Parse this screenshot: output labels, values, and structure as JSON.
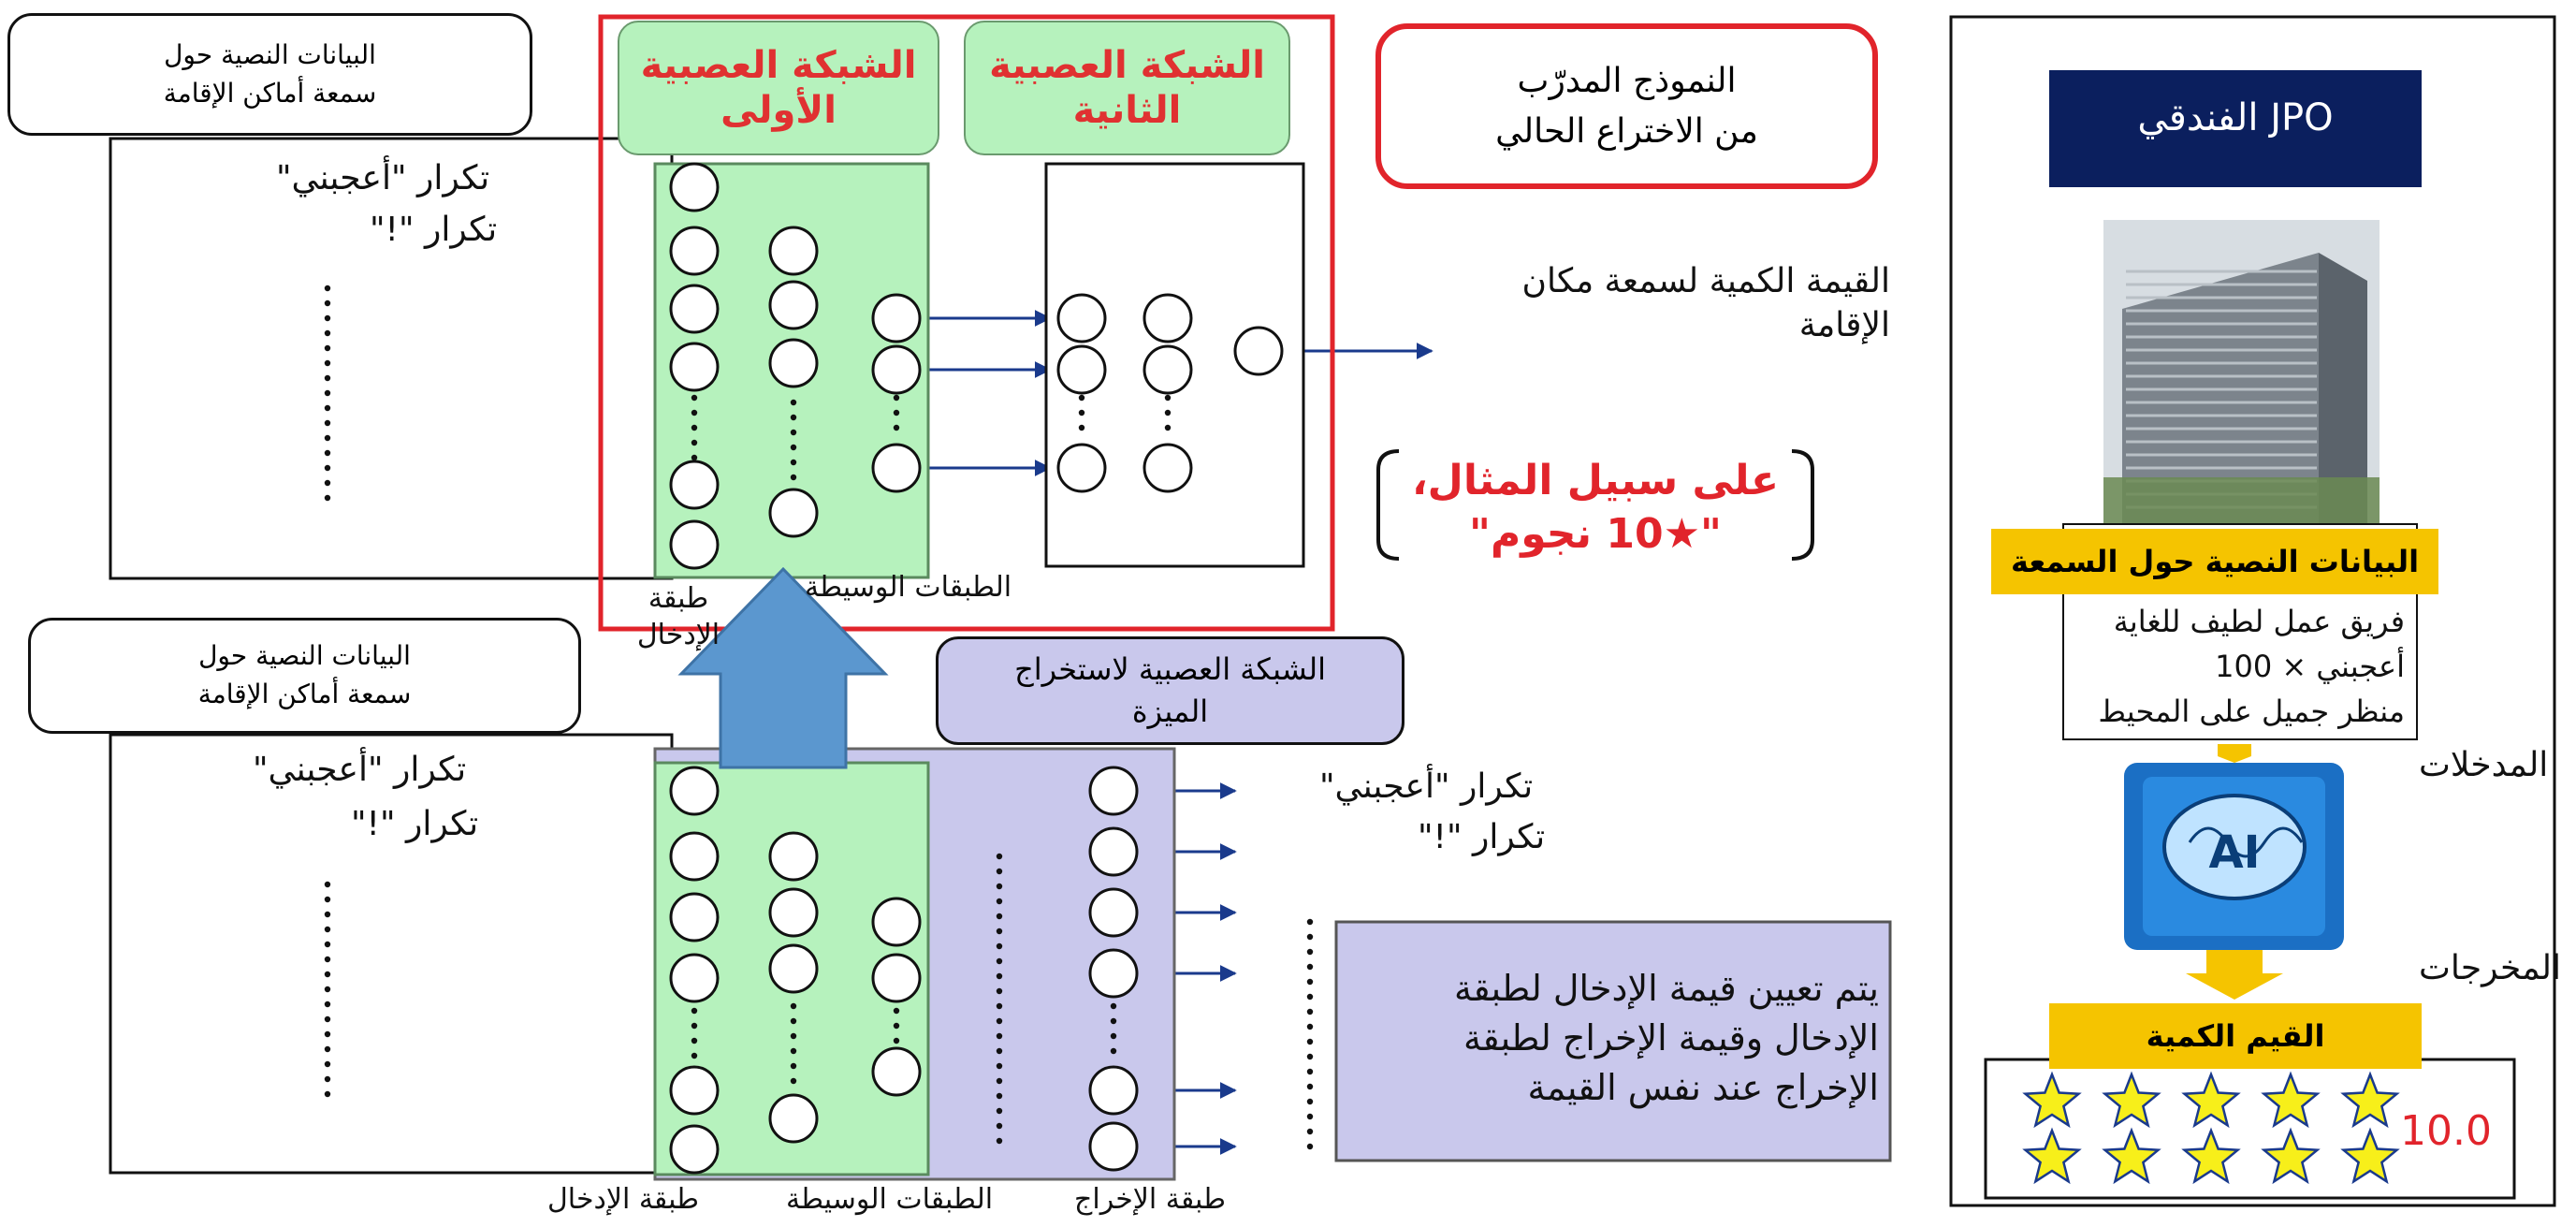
{
  "top_section": {
    "input_bubble": {
      "line1": "البيانات النصية حول",
      "line2": "سمعة أماكن الإقامة"
    },
    "inputs": {
      "item1": "تكرار \"أعجبني\"",
      "item2": "تكرار \"!\""
    },
    "first_network_label": {
      "line1": "الشبكة العصبية",
      "line2": "الأولى"
    },
    "second_network_label": {
      "line1": "الشبكة العصبية",
      "line2": "الثانية"
    },
    "trained_model_bubble": {
      "line1": "النموذج المدرّب",
      "line2": "من الاختراع الحالي"
    },
    "output_text": {
      "line1": "القيمة الكمية لسمعة مكان",
      "line2": "الإقامة"
    },
    "example": {
      "line1": "على سبيل المثال،",
      "line2": "\"★10 نجوم\""
    },
    "input_layer_label": {
      "line1": "طبقة",
      "line2": "الإدخال"
    },
    "hidden_layers_label": "الطبقات الوسيطة"
  },
  "bottom_section": {
    "input_bubble": {
      "line1": "البيانات النصية حول",
      "line2": "سمعة أماكن الإقامة"
    },
    "inputs": {
      "item1": "تكرار \"أعجبني\"",
      "item2": "تكرار \"!\""
    },
    "feature_network_bubble": {
      "line1": "الشبكة العصبية لاستخراج",
      "line2": "الميزة"
    },
    "outputs": {
      "item1": "تكرار \"أعجبني\"",
      "item2": "تكرار \"!\""
    },
    "note": {
      "line1": "يتم تعيين قيمة الإدخال لطبقة",
      "line2": "الإدخال وقيمة الإخراج لطبقة",
      "line3": "الإخراج عند نفس القيمة"
    },
    "input_layer_label": "طبقة الإدخال",
    "hidden_layers_label": "الطبقات الوسيطة",
    "output_layer_label": "طبقة الإخراج"
  },
  "right_panel": {
    "header": "JPO الفندقي",
    "reputation_bar": "البيانات النصية حول السمعة",
    "reviews": {
      "line1": "فريق عمل لطيف للغاية",
      "line2": "أعجبني × 100",
      "line3": "منظر جميل على المحيط"
    },
    "inputs_label": "المدخلات",
    "ai_label": "AI",
    "outputs_label": "المخرجات",
    "quant_bar": "القيم الكمية",
    "score": "10.0",
    "stars": 10
  },
  "colors": {
    "navy": "#0b1f5e",
    "arrow": "#1a3a8c",
    "green": "#b6f2bd",
    "purple": "#c9c8ec",
    "red": "#e1242b",
    "yellow": "#f5c400",
    "star_fill": "#f7ef1a",
    "big_arrow": "#5b97cf"
  }
}
